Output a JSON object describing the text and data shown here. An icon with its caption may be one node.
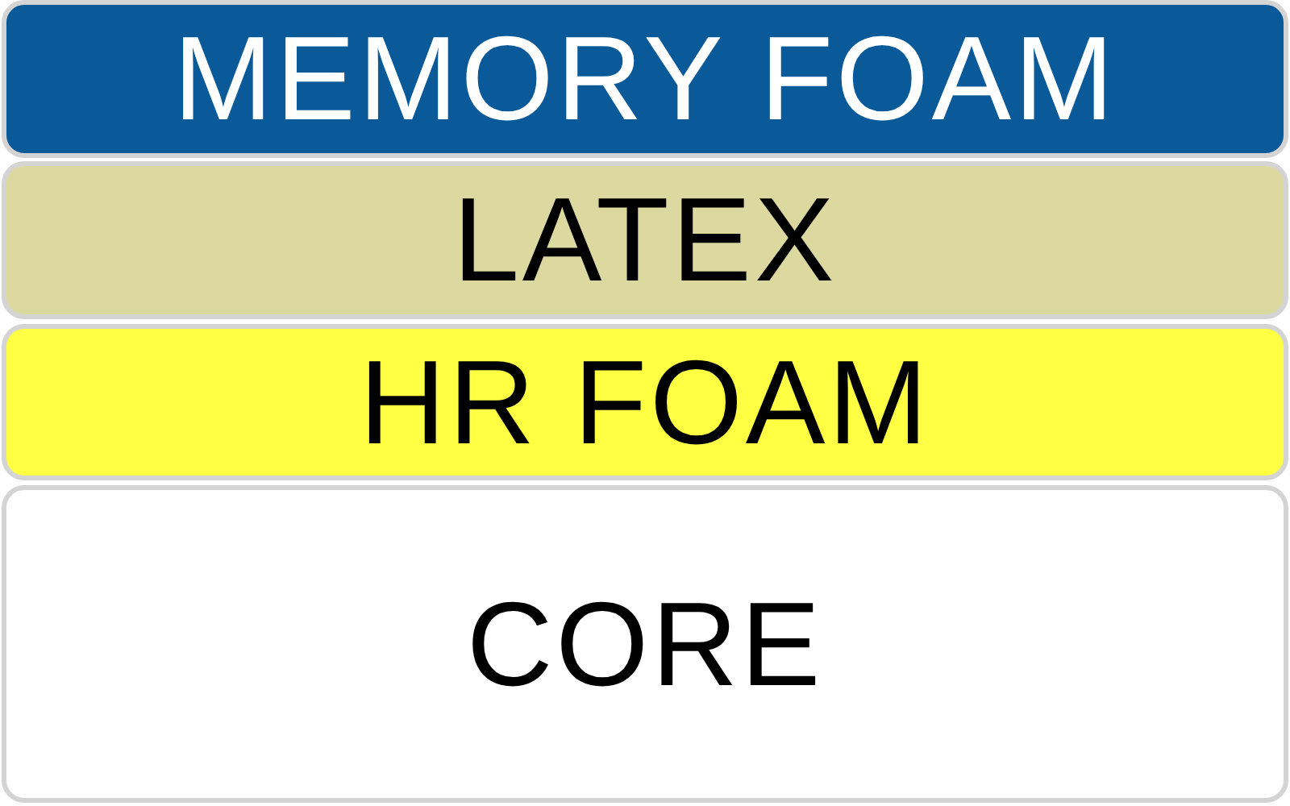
{
  "diagram": {
    "nodes": [
      {
        "text": [
          "MEMORY FOAM"
        ]
      },
      {
        "text": [
          "LATEX"
        ]
      },
      {
        "text": [
          "HR FOAM"
        ]
      },
      {
        "text": [
          "CORE"
        ]
      }
    ]
  }
}
